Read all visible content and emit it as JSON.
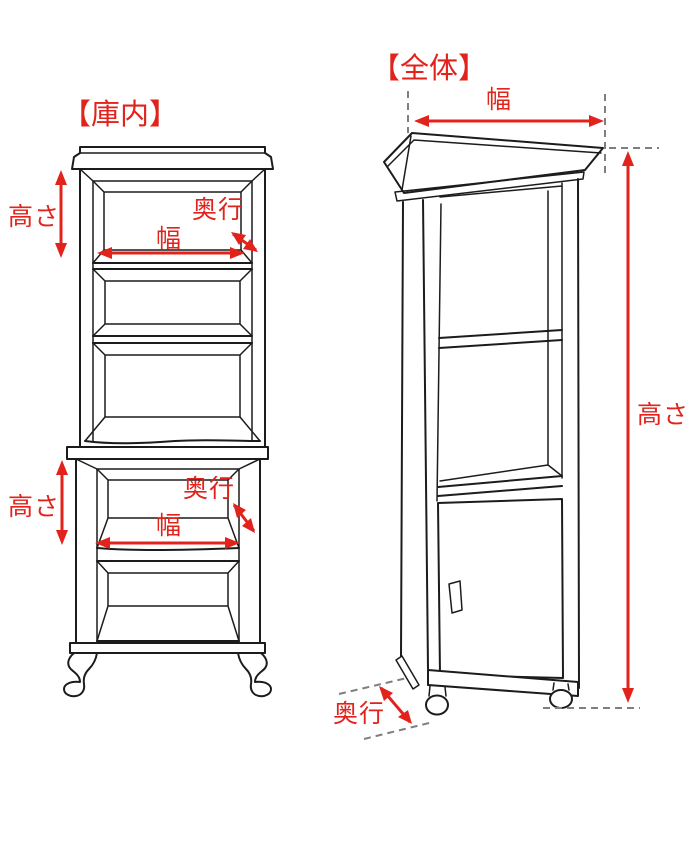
{
  "colors": {
    "background": "#ffffff",
    "line": "#1c1c1c",
    "annotation_red": "#e1231c",
    "guide_gray": "#7f7f7f"
  },
  "inner_diagram": {
    "title": "【庫内】",
    "upper_section": {
      "height_label": "高さ",
      "width_label": "幅",
      "depth_label": "奥行"
    },
    "lower_section": {
      "height_label": "高さ",
      "width_label": "幅",
      "depth_label": "奥行"
    }
  },
  "overall_diagram": {
    "title": "【全体】",
    "width_label": "幅",
    "height_label": "高さ",
    "depth_label": "奥行"
  }
}
